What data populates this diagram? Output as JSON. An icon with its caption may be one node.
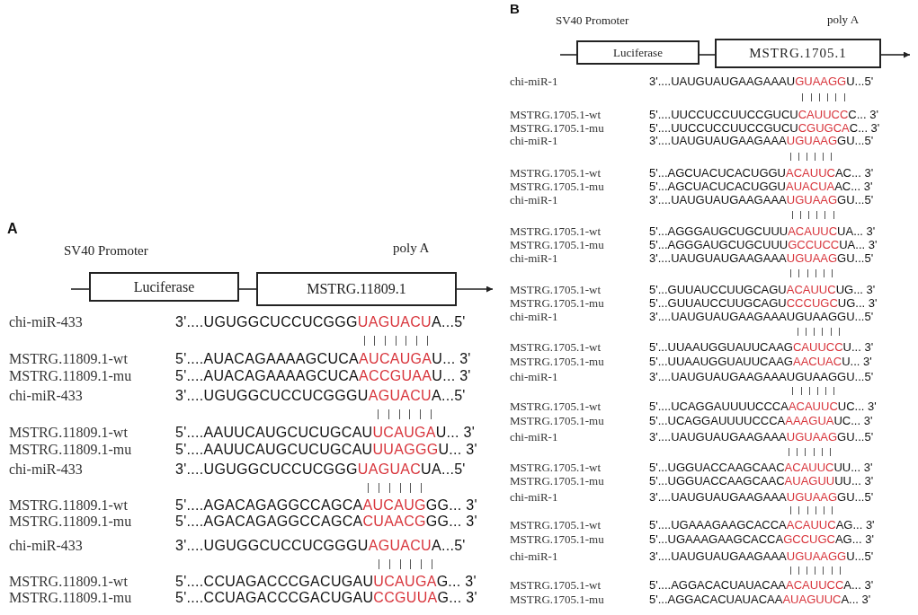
{
  "diagram": {
    "nodes": [
      {
        "text": [
          "Luciferase"
        ]
      },
      {
        "text": [
          "MSTRG.11809.1"
        ]
      },
      {
        "text": [
          "Luciferase"
        ]
      },
      {
        "text": [
          "MSTRG.1705.1"
        ]
      }
    ],
    "edges": [
      {
        "from": null,
        "to": 0,
        "arrow": "none"
      },
      {
        "from": 0,
        "to": 1,
        "arrow": "none"
      },
      {
        "from": 1,
        "to": null,
        "arrow": "to"
      },
      {
        "from": null,
        "to": 2,
        "arrow": "none"
      },
      {
        "from": 2,
        "to": 3,
        "arrow": "none"
      },
      {
        "from": 3,
        "to": null,
        "arrow": "to"
      }
    ],
    "labels": [
      "A",
      "SV40 Promoter",
      "poly A",
      "chi-miR-433",
      "3'....UGUGGCUCCUCGGG",
      "UAGUACU",
      "A...5'",
      "MSTRG.11809.1-wt",
      "5'....AUACAGAAAAGCUCA",
      "AUCAUGA",
      "U... 3'",
      "MSTRG.11809.1-mu",
      "5'....AUACAGAAAAGCUCA",
      "ACCGUAA",
      "U... 3'",
      "chi-miR-433",
      "3'....UGUGGCUCCUCGGGU",
      "AGUACU",
      "A...5'",
      "MSTRG.11809.1-wt",
      "5'....AAUUCAUGCUCUGCAU",
      "UCAUGA",
      "U... 3'",
      "MSTRG.11809.1-mu",
      "5'....AAUUCAUGCUCUGCAU",
      "UUAGGG",
      "U... 3'",
      "chi-miR-433",
      "3'....UGUGGCUCCUCGGG",
      "UAGUAC",
      "UA...5'",
      "MSTRG.11809.1-wt",
      "5'....AGACAGAGGCCAGCA",
      "AUCAUG",
      "GG... 3'",
      "MSTRG.11809.1-mu",
      "5'....AGACAGAGGCCAGCA",
      "CUAACG",
      "GG... 3'",
      "chi-miR-433",
      "3'....UGUGGCUCCUCGGGU",
      "AGUACU",
      "A...5'",
      "MSTRG.11809.1-wt",
      "5'....CCUAGACCCGACUGAU",
      "UCAUGA",
      "G... 3'",
      "MSTRG.11809.1-mu",
      "5'....CCUAGACCCGACUGAU",
      "CCGUUA",
      "G... 3'",
      "B",
      "SV40 Promoter",
      "poly A",
      "chi-miR-1",
      "3'....UAUGUAUGAAGAAAU",
      "GUAAGG",
      "U...5'",
      "MSTRG.1705.1-wt",
      "5'....UUCCUCCUUCCGUCU",
      "CAUUCC",
      "C... 3'",
      "MSTRG.1705.1-mu",
      "5'....UUCCUCCUUCCGUCU",
      "CGUGCA",
      "C... 3'",
      "chi-miR-1",
      "3'....UAUGUAUGAAGAAA",
      "UGUAAG",
      "GU...5'",
      "MSTRG.1705.1-wt",
      "5'...AGCUACUCACUGGU",
      "ACAUUC",
      "AC... 3'",
      "MSTRG.1705.1-mu",
      "5'...AGCUACUCACUGGU",
      "AUACUA",
      "AC... 3'",
      "chi-miR-1",
      "3'....UAUGUAUGAAGAAA",
      "UGUAAG",
      "GU...5'",
      "MSTRG.1705.1-wt",
      "5'...AGGGAUGCUGCUUU",
      "ACAUUC",
      "UA... 3'",
      "MSTRG.1705.1-mu",
      "5'...AGGGAUGCUGCUUU",
      "GCCUCC",
      "UA... 3'",
      "chi-miR-1",
      "3'....UAUGUAUGAAGAAA",
      "UGUAAG",
      "GU...5'",
      "MSTRG.1705.1-wt",
      "5'...GUUAUCCUUGCAGU",
      "ACAUUC",
      "UG... 3'",
      "MSTRG.1705.1-mu",
      "5'...GUUAUCCUUGCAGU",
      "CCCUGC",
      "UG... 3'",
      "chi-miR-1",
      "3'....UAUGUAUGAAGAAAUGUAAGGU...5'",
      "MSTRG.1705.1-wt",
      "5'...UUAAUGGUAUUCAAG",
      "CAUUCC",
      "U... 3'",
      "MSTRG.1705.1-mu",
      "5'...UUAAUGGUAUUCAAG",
      "AACUAC",
      "U... 3'",
      "chi-miR-1",
      "3'....UAUGUAUGAAGAAAUGUAAGGU...5'",
      "MSTRG.1705.1-wt",
      "5'....UCAGGAUUUUCCCA",
      "ACAUUC",
      "UC... 3'",
      "MSTRG.1705.1-mu",
      "5'...UCAGGAUUUUCCCA",
      "AAAGUA",
      "UC... 3'",
      "chi-miR-1",
      "3'....UAUGUAUGAAGAAA",
      "UGUAAG",
      "GU...5'",
      "MSTRG.1705.1-wt",
      "5'...UGGUACCAAGCAAC",
      "ACAUUC",
      "UU... 3'",
      "MSTRG.1705.1-mu",
      "5'...UGGUACCAAGCAAC",
      "AUAGUU",
      "UU... 3'",
      "chi-miR-1",
      "3'....UAUGUAUGAAGAAA",
      "UGUAAG",
      "GU...5'",
      "MSTRG.1705.1-wt",
      "5'....UGAAAGAAGCACCA",
      "ACAUUC",
      "AG... 3'",
      "MSTRG.1705.1-mu",
      "5'...UGAAAGAAGCACCA",
      "GCCUGC",
      "AG... 3'",
      "chi-miR-1",
      "3'....UAUGUAUGAAGAAA",
      "UGUAAGG",
      "U...5'",
      "MSTRG.1705.1-wt",
      "5'....AGGACACUAUACAA",
      "ACAUUCC",
      "A... 3'",
      "MSTRG.1705.1-mu",
      "5'...AGGACACUAUACAA",
      "AUAGUUC",
      "A... 3'"
    ]
  }
}
